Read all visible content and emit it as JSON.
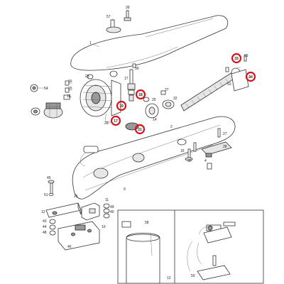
{
  "diagram": {
    "highlight_color": "#d8141b",
    "part_labels": [
      "57",
      "39",
      "1",
      "55",
      "54",
      "16",
      "15",
      "20",
      "28",
      "30",
      "16",
      "17",
      "27",
      "25",
      "32",
      "14",
      "53",
      "27",
      "2",
      "28",
      "16",
      "4",
      "35",
      "45",
      "9",
      "51",
      "25",
      "11",
      "49",
      "40",
      "12",
      "43",
      "44",
      "48",
      "46",
      "10",
      "50",
      "12"
    ],
    "highlighted_labels": [
      "33",
      "34",
      "18",
      "19",
      "17",
      "21"
    ],
    "inset_label": "58",
    "inset_items": [
      "pole-clamp",
      "limit-switch-assembly"
    ]
  }
}
